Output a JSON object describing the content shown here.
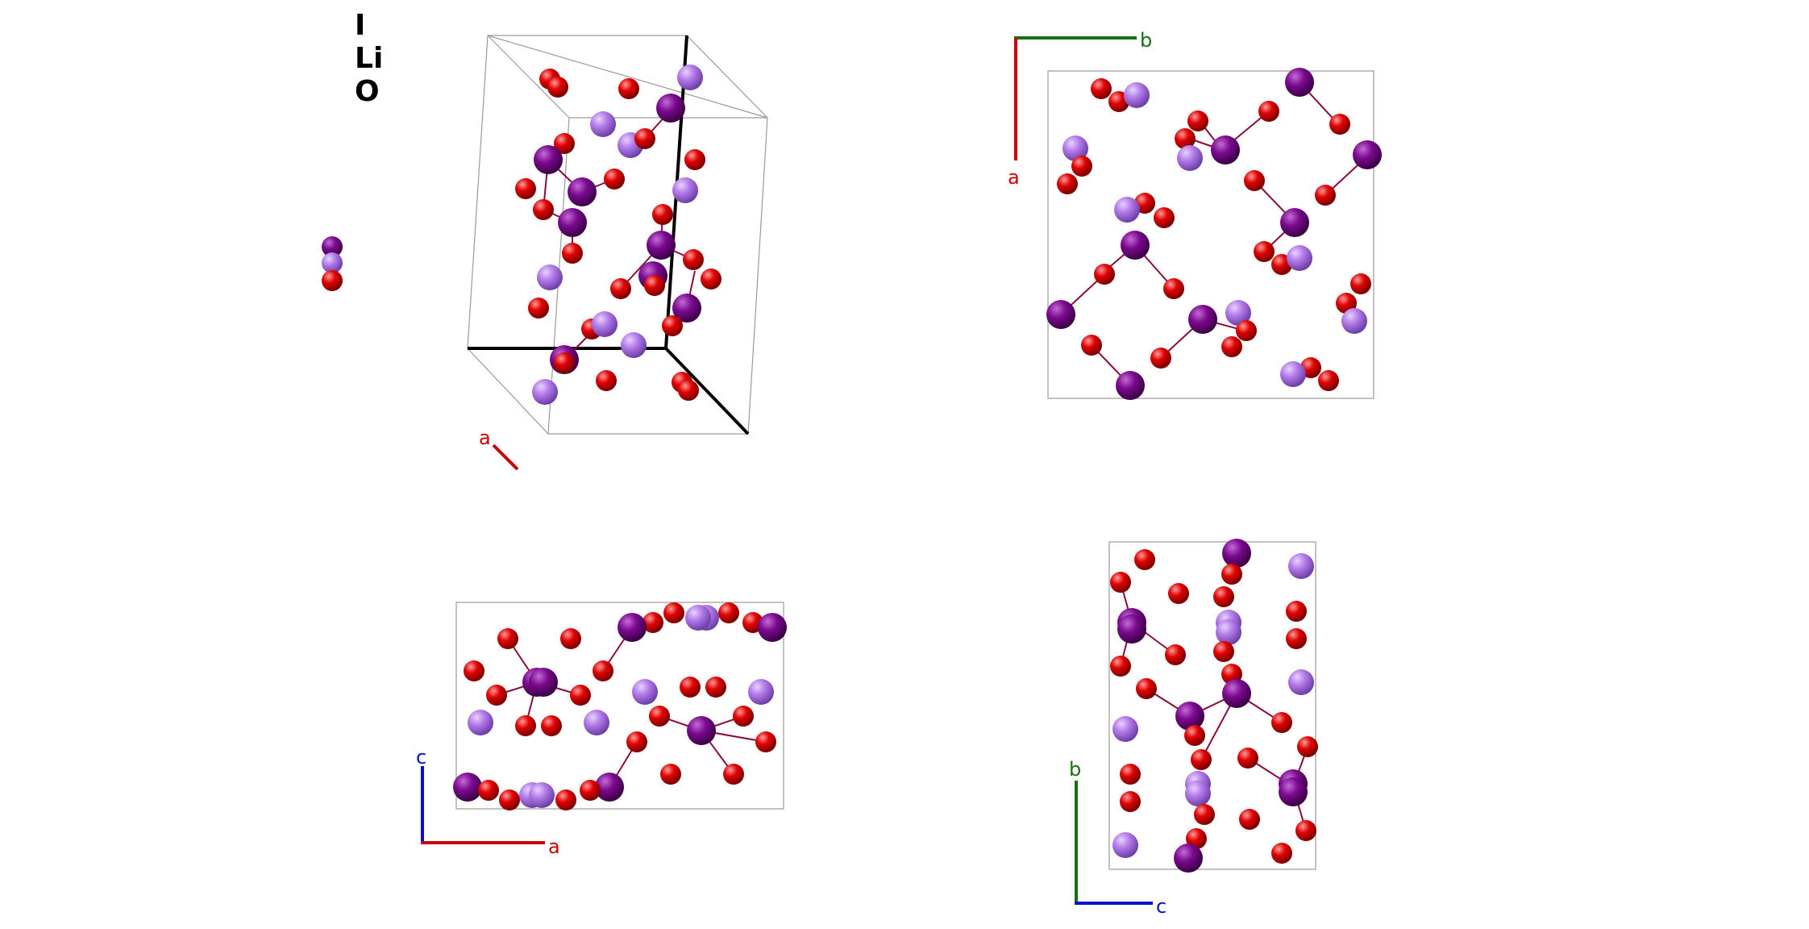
{
  "legend": {
    "elements": [
      {
        "symbol": "I",
        "color": "#7b0a8f"
      },
      {
        "symbol": "Li",
        "color": "#b27ae8"
      },
      {
        "symbol": "O",
        "color": "#e00000"
      }
    ]
  },
  "colors": {
    "iodine": "#7b0a8f",
    "lithium": "#b27ae8",
    "oxygen": "#e00000",
    "bond": "#8b0a3a",
    "cell": "#9a9a9a",
    "axis_a": "#cc0000",
    "axis_b": "#1a6e12",
    "axis_c": "#0a10cc"
  },
  "views": [
    {
      "id": "perspective",
      "axis_labels": [
        "a"
      ]
    },
    {
      "id": "top-right",
      "axis_labels": [
        "b",
        "a"
      ]
    },
    {
      "id": "bottom-left",
      "axis_labels": [
        "c",
        "a"
      ]
    },
    {
      "id": "bottom-right",
      "axis_labels": [
        "b",
        "c"
      ]
    }
  ]
}
